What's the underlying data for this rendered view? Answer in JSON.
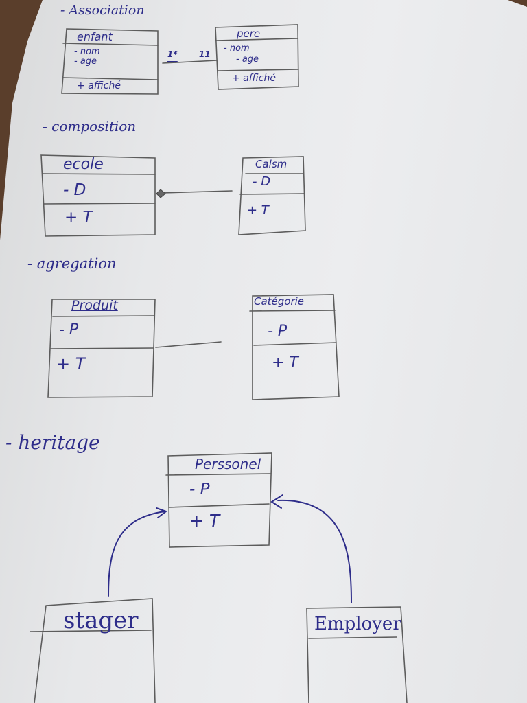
{
  "sections": {
    "association": {
      "heading": "- Association",
      "left_class": {
        "name": "enfant",
        "attributes": [
          "- nom",
          "- age"
        ],
        "methods": [
          "+ affiché"
        ]
      },
      "right_class": {
        "name": "pere",
        "attributes": [
          "- nom",
          "- age"
        ],
        "methods": [
          "+ affiché"
        ]
      },
      "multiplicity_left": "1*",
      "multiplicity_right": "11"
    },
    "composition": {
      "heading": "- composition",
      "left_class": {
        "name": "ecole",
        "attributes": [
          "- D"
        ],
        "methods": [
          "+ T"
        ]
      },
      "right_class": {
        "name": "Calsm",
        "attributes": [
          "- D"
        ],
        "methods": [
          "+ T"
        ]
      }
    },
    "aggregation": {
      "heading": "- agregation",
      "left_class": {
        "name": "Produit",
        "attributes": [
          "- P"
        ],
        "methods": [
          "+ T"
        ]
      },
      "right_class": {
        "name": "Catégorie",
        "attributes": [
          "- P"
        ],
        "methods": [
          "+ T"
        ]
      }
    },
    "heritage": {
      "heading": "- heritage",
      "parent_class": {
        "name": "Perssonel",
        "attributes": [
          "- P"
        ],
        "methods": [
          "+ T"
        ]
      },
      "child_left": {
        "name": "stager"
      },
      "child_right": {
        "name": "Employer"
      }
    }
  },
  "colors": {
    "ink": "#2e2d8a",
    "pencil": "#5c5c5c",
    "paper": "#e7e8ea",
    "table": "#5a3e2b"
  }
}
